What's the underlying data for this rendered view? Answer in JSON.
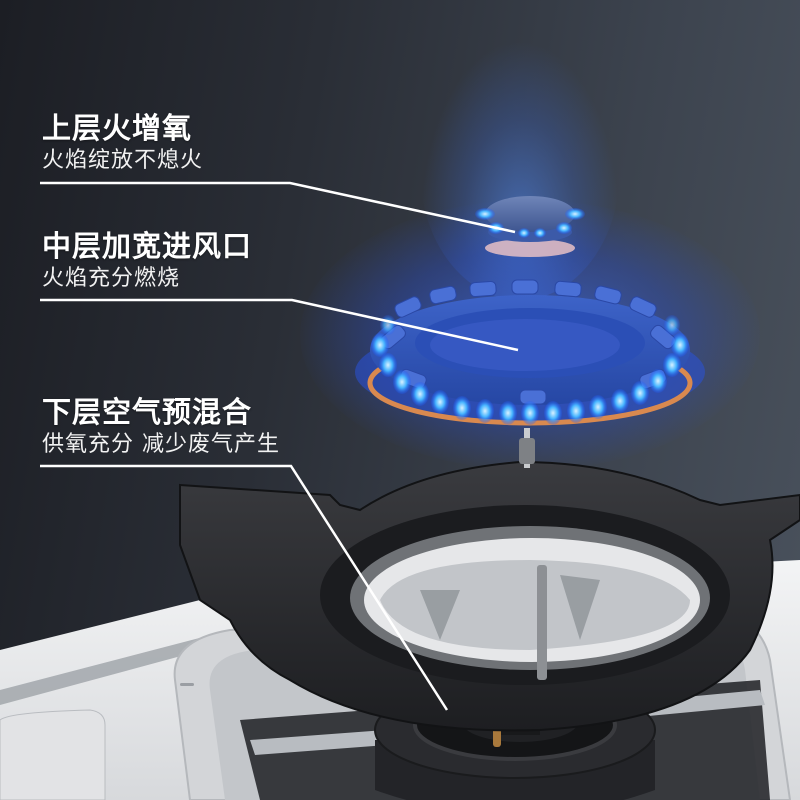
{
  "callouts": [
    {
      "title": "上层火增氧",
      "subtitle": "火焰绽放不熄火",
      "target": "upper-burner-cap"
    },
    {
      "title": "中层加宽进风口",
      "subtitle": "火焰充分燃烧",
      "target": "middle-burner-ring"
    },
    {
      "title": "下层空气预混合",
      "subtitle": "供氧充分 减少废气产生",
      "target": "lower-mixing-chamber"
    }
  ],
  "colors": {
    "background_dark": "#1c1e24",
    "background_light": "#4a525d",
    "flame_blue": "#2f6bff",
    "flame_cyan": "#3fb6ff",
    "copper_ring": "#d9894f",
    "pan_support": "#2b2c2f",
    "stainless_panel": "#e9eaec",
    "callout_text": "#ffffff",
    "leader_line": "#ffffff"
  }
}
